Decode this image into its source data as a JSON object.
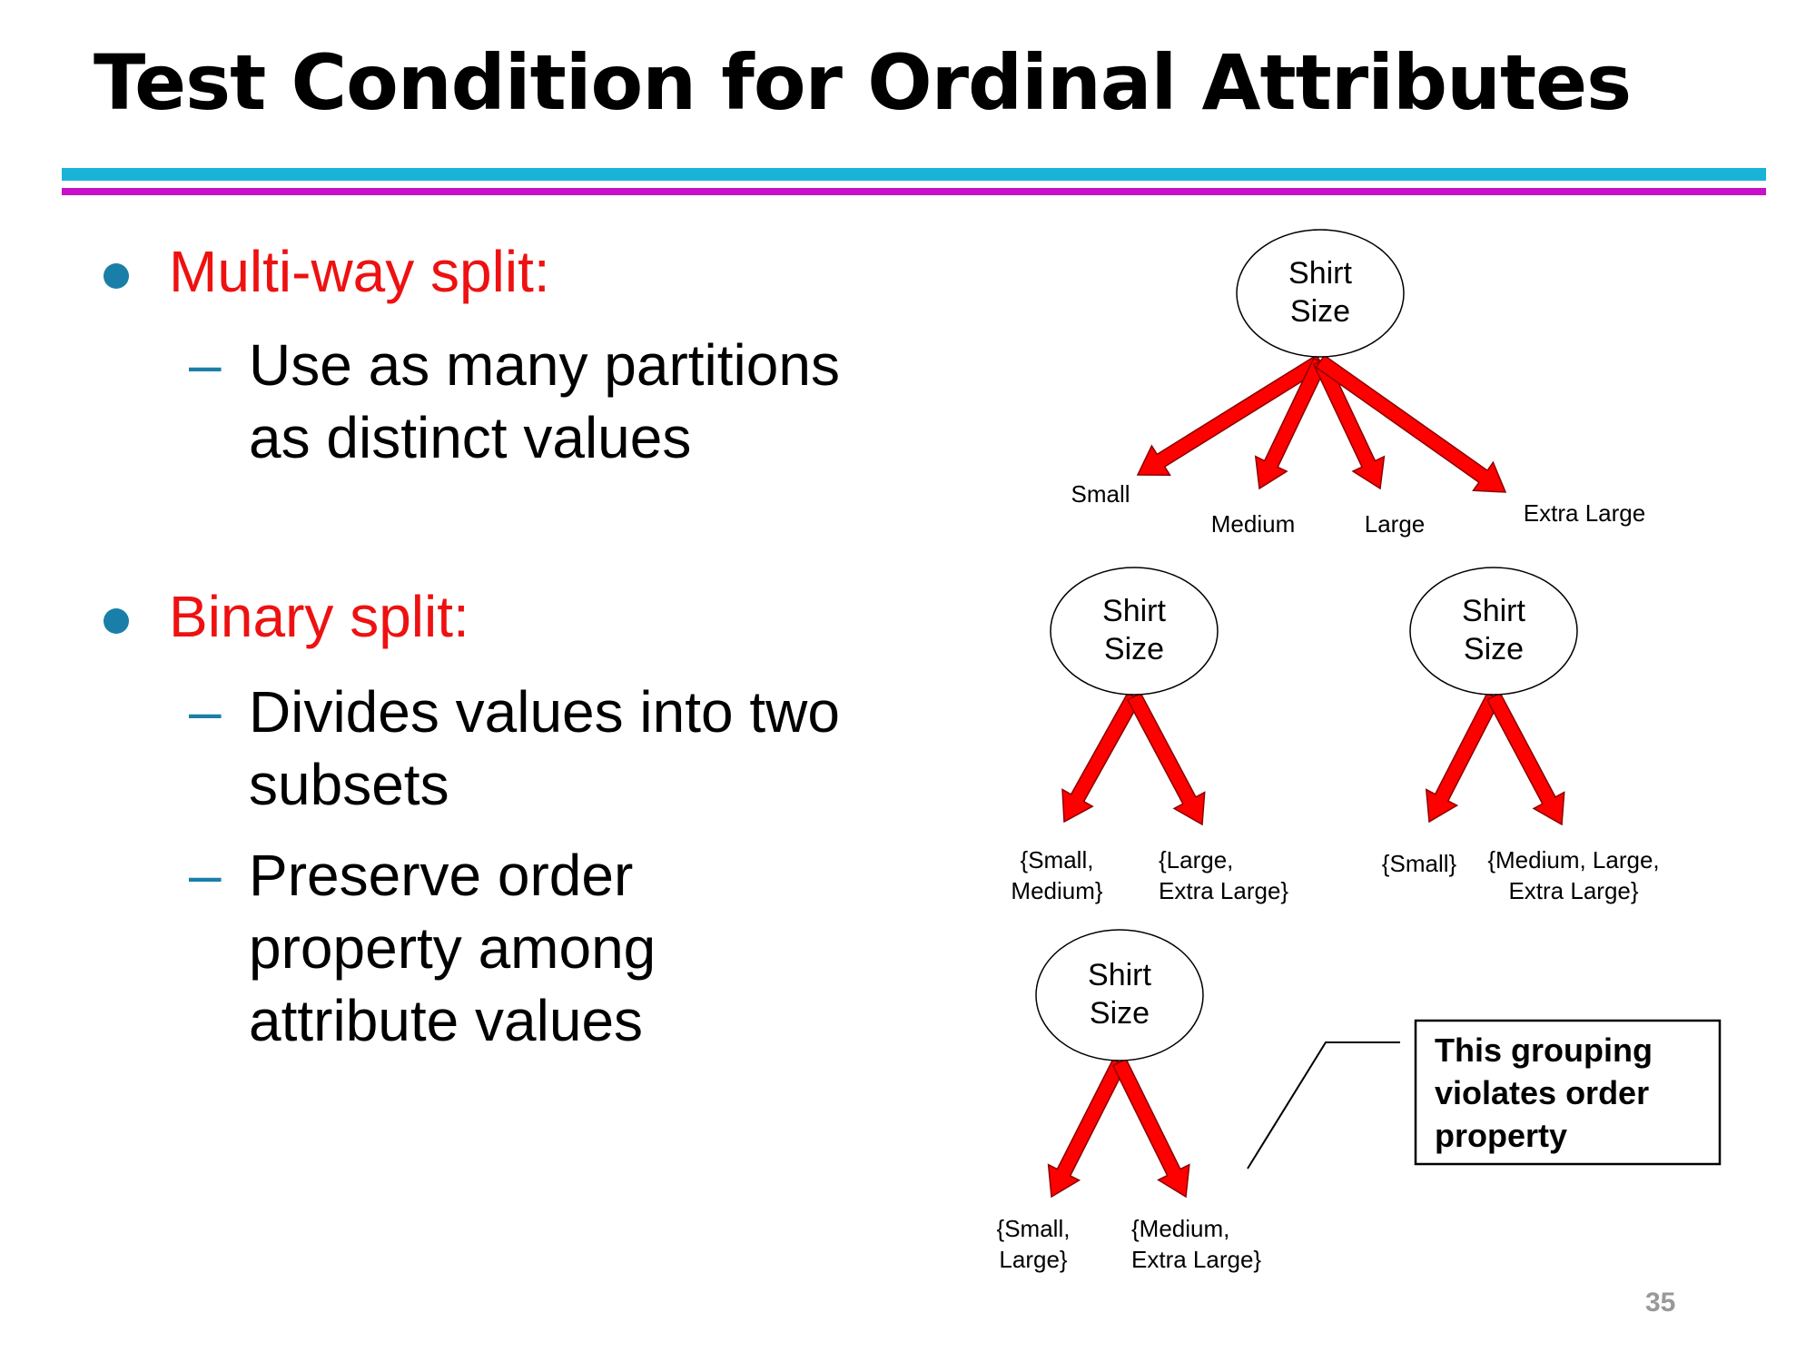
{
  "slide": {
    "title": "Test Condition for Ordinal Attributes",
    "page_number": "35",
    "colors": {
      "heading": "#ee1111",
      "bullet": "#1a7fa8",
      "arrow": "#ff0000",
      "rule_top": "#1ab3d8",
      "rule_bottom": "#c810c8"
    }
  },
  "bullets": [
    {
      "heading": "Multi-way split:",
      "subs": [
        "Use as many partitions\nas distinct values"
      ]
    },
    {
      "heading": "Binary split:",
      "subs": [
        "Divides values into two\nsubsets",
        "Preserve order\nproperty among\nattribute values"
      ]
    }
  ],
  "trees": {
    "node_label": "Shirt\nSize",
    "multiway": [
      "Small",
      "Medium",
      "Large",
      "Extra Large"
    ],
    "binary_a": [
      "{Small,\nMedium}",
      "{Large,\nExtra Large}"
    ],
    "binary_b": [
      "{Small}",
      "{Medium, Large,\nExtra Large}"
    ],
    "binary_c": [
      "{Small,\nLarge}",
      "{Medium,\nExtra Large}"
    ]
  },
  "callout": {
    "text": "This grouping\nviolates order\nproperty"
  }
}
